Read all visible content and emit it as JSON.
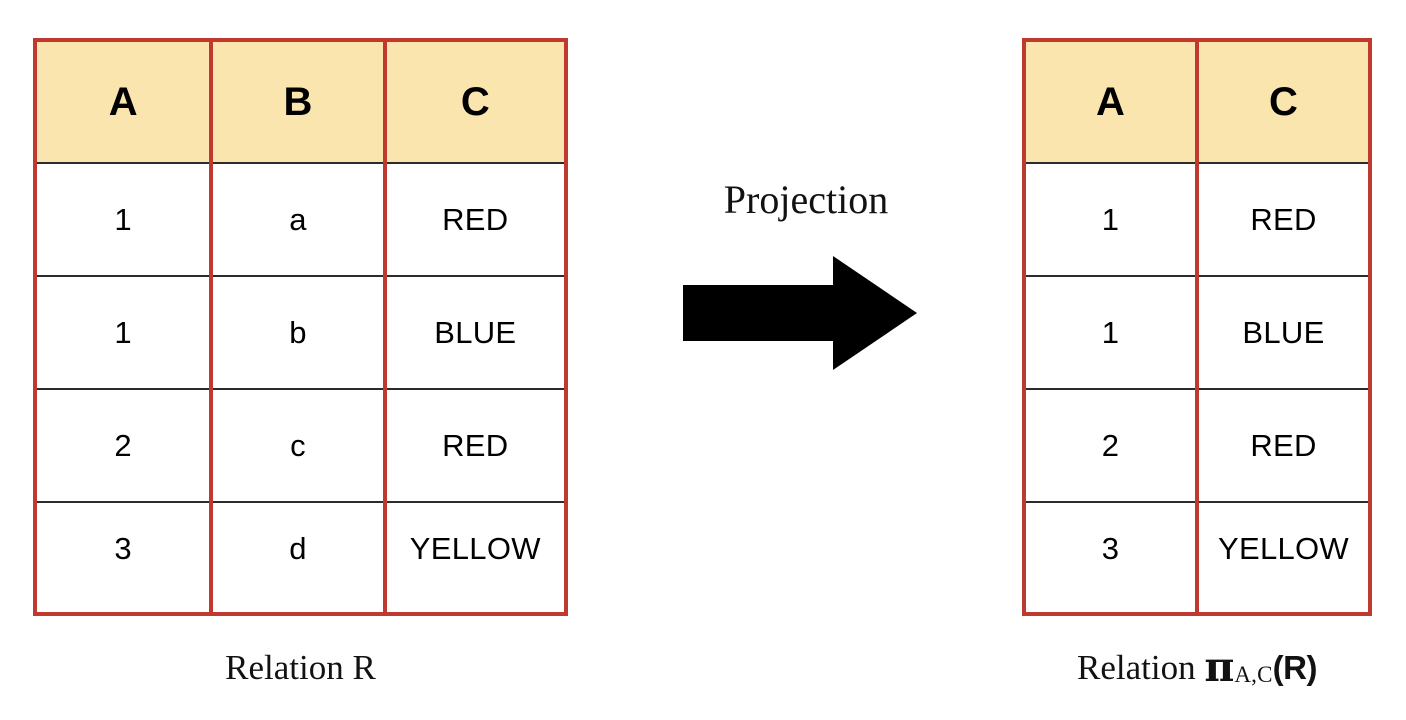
{
  "diagram": {
    "title_concept": "Relational algebra projection",
    "operator_label": "Projection",
    "arrow_icon": "arrow-right-icon",
    "colors": {
      "header_fill": "#fbe5ae",
      "vertical_border": "#c0392f",
      "horizontal_border": "#2b2b2b",
      "text": "#000000",
      "background": "#ffffff"
    }
  },
  "source_relation": {
    "caption": "Relation R",
    "columns": [
      "A",
      "B",
      "C"
    ],
    "rows": [
      [
        "1",
        "a",
        "RED"
      ],
      [
        "1",
        "b",
        "BLUE"
      ],
      [
        "2",
        "c",
        "RED"
      ],
      [
        "3",
        "d",
        "YELLOW"
      ]
    ]
  },
  "result_relation": {
    "caption_prefix": "Relation",
    "caption_operator": "π",
    "caption_subscript": "A,C",
    "caption_argument": "(R)",
    "columns": [
      "A",
      "C"
    ],
    "rows": [
      [
        "1",
        "RED"
      ],
      [
        "1",
        "BLUE"
      ],
      [
        "2",
        "RED"
      ],
      [
        "3",
        "YELLOW"
      ]
    ]
  }
}
